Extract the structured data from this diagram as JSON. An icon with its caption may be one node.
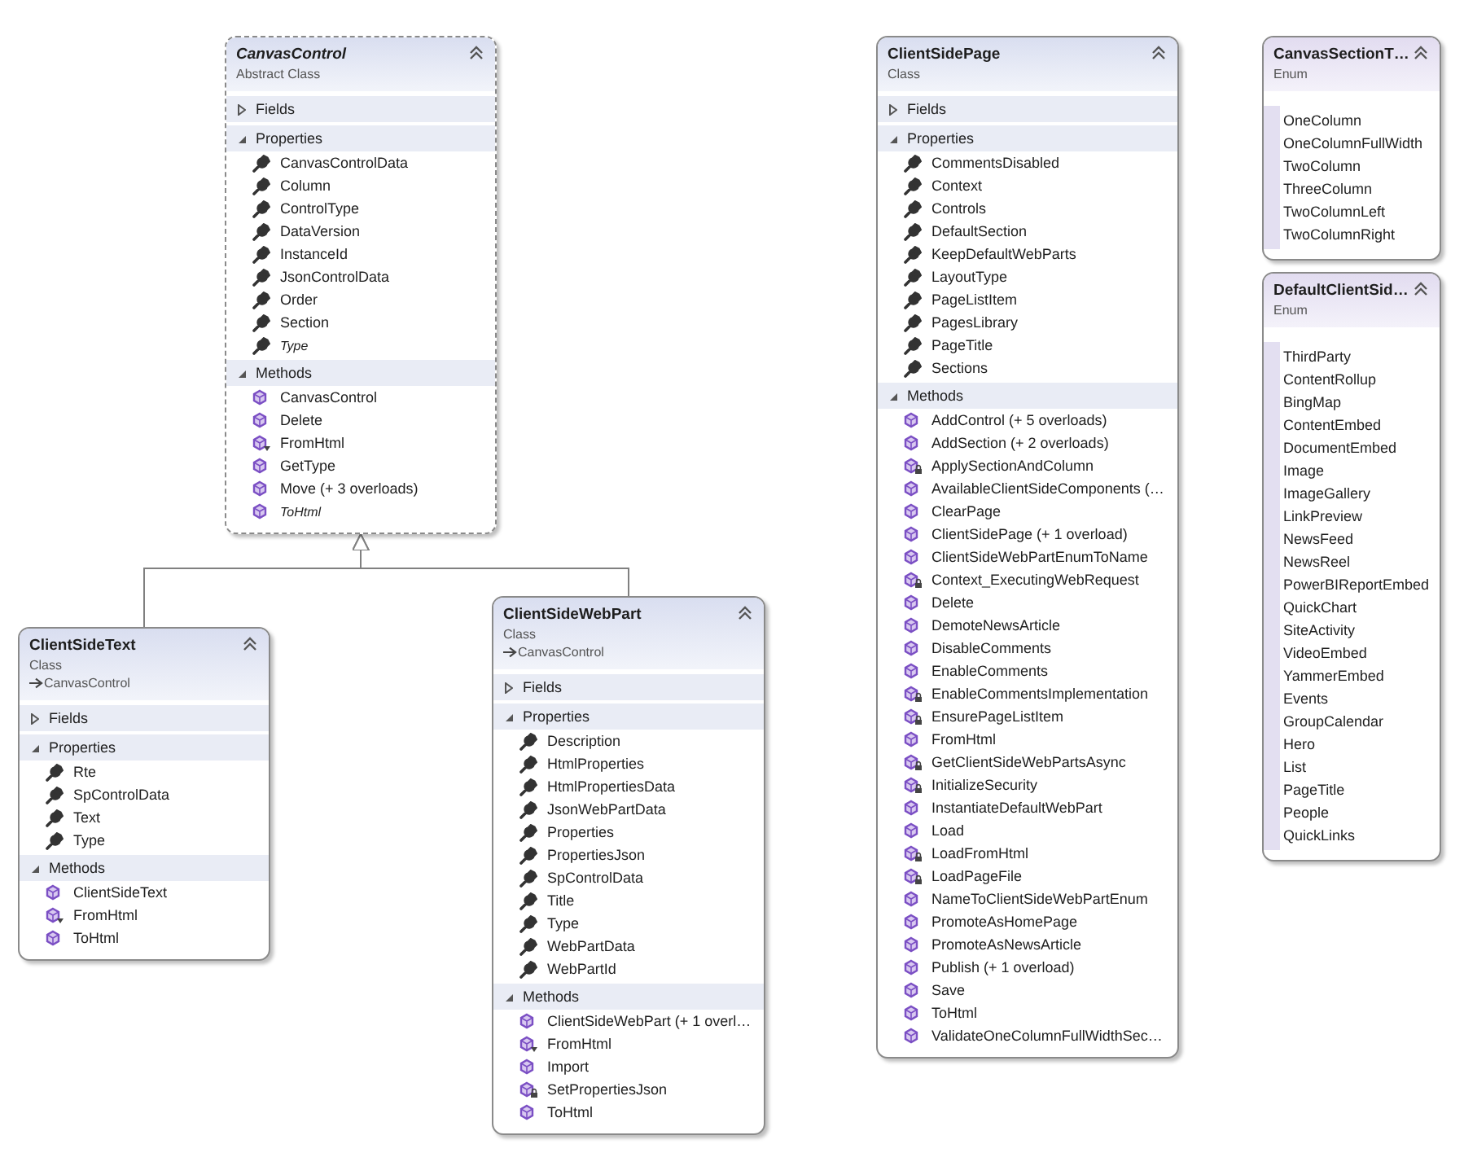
{
  "diagram": {
    "nodes": [
      {
        "text": [
          "CanvasControl",
          "Abstract Class"
        ]
      },
      {
        "text": [
          "Fields"
        ],
        "in": 0
      },
      {
        "text": [
          "Properties",
          "CanvasControlData",
          "Column",
          "ControlType",
          "DataVersion",
          "InstanceId",
          "JsonControlData",
          "Order",
          "Section",
          "Type"
        ],
        "in": 0
      },
      {
        "text": [
          "Methods",
          "CanvasControl",
          "Delete",
          "FromHtml",
          "GetType",
          "Move (+ 3 overloads)",
          "ToHtml"
        ],
        "in": 0
      },
      {
        "text": [
          "ClientSidePage",
          "Class"
        ]
      },
      {
        "text": [
          "Fields"
        ],
        "in": 4
      },
      {
        "text": [
          "Properties",
          "CommentsDisabled",
          "Context",
          "Controls",
          "DefaultSection",
          "KeepDefaultWebParts",
          "LayoutType",
          "PageListItem",
          "PagesLibrary",
          "PageTitle",
          "Sections"
        ],
        "in": 4
      },
      {
        "text": [
          "Methods",
          "AddControl (+ 5 overloads)",
          "AddSection (+ 2 overloads)",
          "ApplySectionAndColumn",
          "AvailableClientSideComponents (…",
          "ClearPage",
          "ClientSidePage (+ 1 overload)",
          "ClientSideWebPartEnumToName",
          "Context_ExecutingWebRequest",
          "Delete",
          "DemoteNewsArticle",
          "DisableComments",
          "EnableComments",
          "EnableCommentsImplementation",
          "EnsurePageListItem",
          "FromHtml",
          "GetClientSideWebPartsAsync",
          "InitializeSecurity",
          "InstantiateDefaultWebPart",
          "Load",
          "LoadFromHtml",
          "LoadPageFile",
          "NameToClientSideWebPartEnum",
          "PromoteAsHomePage",
          "PromoteAsNewsArticle",
          "Publish (+ 1 overload)",
          "Save",
          "ToHtml",
          "ValidateOneColumnFullWidthSec…"
        ],
        "in": 4
      },
      {
        "text": [
          "CanvasSectionT…",
          "Enum"
        ]
      },
      {
        "text": [
          "OneColumn",
          "OneColumnFullWidth",
          "TwoColumn",
          "ThreeColumn",
          "TwoColumnLeft",
          "TwoColumnRight"
        ],
        "in": 8
      },
      {
        "text": [
          "DefaultClientSid…",
          "Enum"
        ]
      },
      {
        "text": [
          "ThirdParty",
          "ContentRollup",
          "BingMap",
          "ContentEmbed",
          "DocumentEmbed",
          "Image",
          "ImageGallery",
          "LinkPreview",
          "NewsFeed",
          "NewsReel",
          "PowerBIReportEmbed",
          "QuickChart",
          "SiteActivity",
          "VideoEmbed",
          "YammerEmbed",
          "Events",
          "GroupCalendar",
          "Hero",
          "List",
          "PageTitle",
          "People",
          "QuickLinks"
        ],
        "in": 10
      },
      {
        "text": [
          "ClientSideText",
          "Class",
          "CanvasControl"
        ]
      },
      {
        "text": [
          "Fields"
        ],
        "in": 12
      },
      {
        "text": [
          "Properties",
          "Rte",
          "SpControlData",
          "Text",
          "Type"
        ],
        "in": 12
      },
      {
        "text": [
          "Methods",
          "ClientSideText",
          "FromHtml",
          "ToHtml"
        ],
        "in": 12
      },
      {
        "text": [
          "ClientSideWebPart",
          "Class",
          "CanvasControl"
        ]
      },
      {
        "text": [
          "Fields"
        ],
        "in": 16
      },
      {
        "text": [
          "Properties",
          "Description",
          "HtmlProperties",
          "HtmlPropertiesData",
          "JsonWebPartData",
          "Properties",
          "PropertiesJson",
          "SpControlData",
          "Title",
          "Type",
          "WebPartData",
          "WebPartId"
        ],
        "in": 16
      },
      {
        "text": [
          "Methods",
          "ClientSideWebPart (+ 1 overl…",
          "FromHtml",
          "Import",
          "SetPropertiesJson",
          "ToHtml"
        ],
        "in": 16
      }
    ],
    "edges": [
      {
        "from": 12,
        "to": 0,
        "arrow": "to"
      },
      {
        "from": 16,
        "to": 0,
        "arrow": "to"
      }
    ]
  }
}
